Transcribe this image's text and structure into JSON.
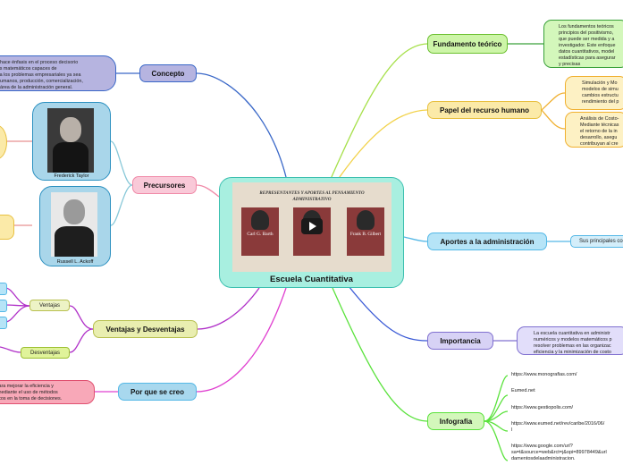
{
  "central": {
    "title": "Escuela Cuantitativa",
    "video": {
      "header": "REPRESENTANTES Y APORTES AL PENSAMIENTO ADMINISTRATIVO",
      "names": [
        "Carl G. Barth",
        "Frank B. Gilbert"
      ]
    }
  },
  "left": {
    "concepto": {
      "label": "Concepto",
      "text": "...e hace énfasis en el proceso decisorio\n...ios matemáticos capaces de\n...s a los problemas empresariales ya sea\n... humanos, producción, comercialización,\n...a área de la administración general."
    },
    "precursores": {
      "label": "Precursores",
      "people": [
        "Frederick Taylor",
        "Russell L. Ackoff"
      ]
    },
    "ventajas_desventajas": {
      "label": "Ventajas y Desventajas",
      "ventajas": "Ventajas",
      "desventajas": "Desventajas"
    },
    "por_que": {
      "label": "Por que se creo",
      "text": "...para mejorar la eficiencia y\n... mediante el uso de métodos\n...ticos en la toma de decisiones."
    }
  },
  "right": {
    "fundamento": {
      "label": "Fundamento teórico",
      "text": "Los fundamentos teóricos\nprincipios del positivismo,\nque puede ser medida y a\ninvestigador. Este enfoque\ndatos cuantitativos, model\nestadísticas para asegurar\ny precisas"
    },
    "papel": {
      "label": "Papel del recurso humano",
      "items": [
        "Simulación y Mo\nmodelos de simu\ncambios estructu\nrendimiento del p",
        "Análisis de Costo-\nMediante técnicas\nel retorno de la in\ndesarrollo, asegu\ncontribuyan al cre"
      ]
    },
    "aportes": {
      "label": "Aportes a la administración",
      "text": "Sus principales co"
    },
    "importancia": {
      "label": "Importancia",
      "text": "La escuela cuantitativa en administr\nnuméricos y modelos matemáticos p\nresolver problemas en las organizac\neficiencia y la minimización de costo"
    },
    "infografia": {
      "label": "Infografia",
      "links": [
        "https://www.monografias.com/",
        "Eumed.net",
        "https://www.gestiopolis.com/",
        "https://www.eumed.net/rev/caribe/2016/06/\nl",
        "https://www.google.com/url?\nsa=t&source=web&rct=j&opi=89978449&url\ndamentosdelaadministracion."
      ]
    }
  },
  "colors": {
    "center_fill": "#a8efe0",
    "center_border": "#3cc0b0",
    "concepto": "#b6b4e0",
    "precursores": "#f9c9d8",
    "ventajas": "#e9eeb0",
    "por_que": "#a8d8ee",
    "fundamento": "#cdf5a8",
    "papel": "#fbeaa8",
    "aportes": "#b6e4f7",
    "importancia": "#d7d2f5",
    "infografia": "#d3f7bb"
  }
}
